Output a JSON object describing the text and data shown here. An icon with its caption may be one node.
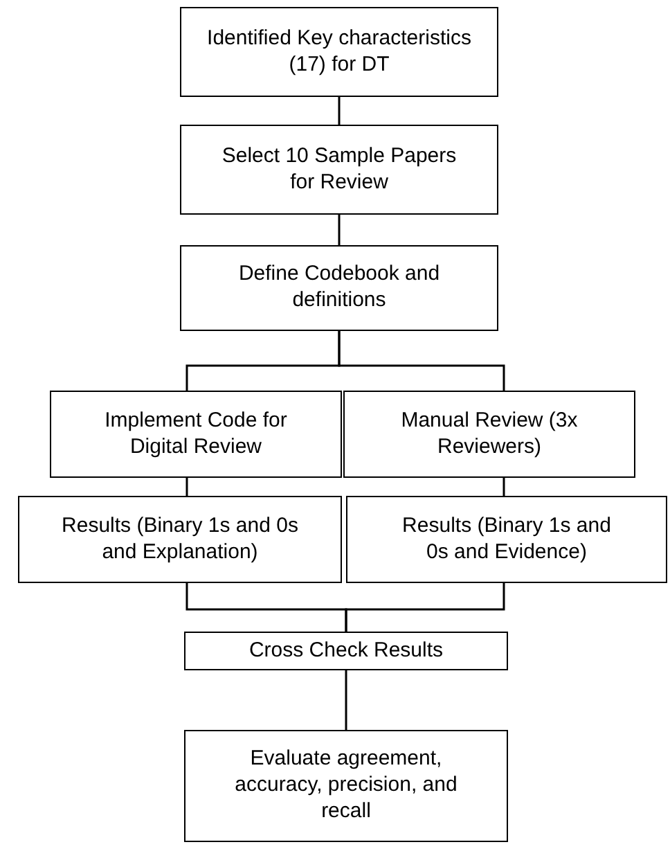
{
  "diagram": {
    "nodes": [
      {
        "text": [
          "Identified Key characteristics (17) for DT"
        ]
      },
      {
        "text": [
          "Select 10 Sample Papers for Review"
        ]
      },
      {
        "text": [
          "Define Codebook and definitions"
        ]
      },
      {
        "text": [
          "Implement Code for Digital Review"
        ]
      },
      {
        "text": [
          "Manual Review (3x Reviewers)"
        ]
      },
      {
        "text": [
          "Results (Binary 1s and 0s and Explanation)"
        ]
      },
      {
        "text": [
          "Results (Binary 1s and 0s and Evidence)"
        ]
      },
      {
        "text": [
          "Cross Check Results"
        ]
      },
      {
        "text": [
          "Evaluate agreement, accuracy, precision, and recall"
        ]
      }
    ],
    "edges": [
      {
        "from": 0,
        "to": 1,
        "arrow": "none"
      },
      {
        "from": 1,
        "to": 2,
        "arrow": "none"
      },
      {
        "from": 2,
        "to": 3,
        "arrow": "none"
      },
      {
        "from": 2,
        "to": 4,
        "arrow": "none"
      },
      {
        "from": 3,
        "to": 5,
        "arrow": "none"
      },
      {
        "from": 4,
        "to": 6,
        "arrow": "none"
      },
      {
        "from": 5,
        "to": 7,
        "arrow": "none"
      },
      {
        "from": 6,
        "to": 7,
        "arrow": "none"
      },
      {
        "from": 7,
        "to": 8,
        "arrow": "none"
      }
    ]
  }
}
